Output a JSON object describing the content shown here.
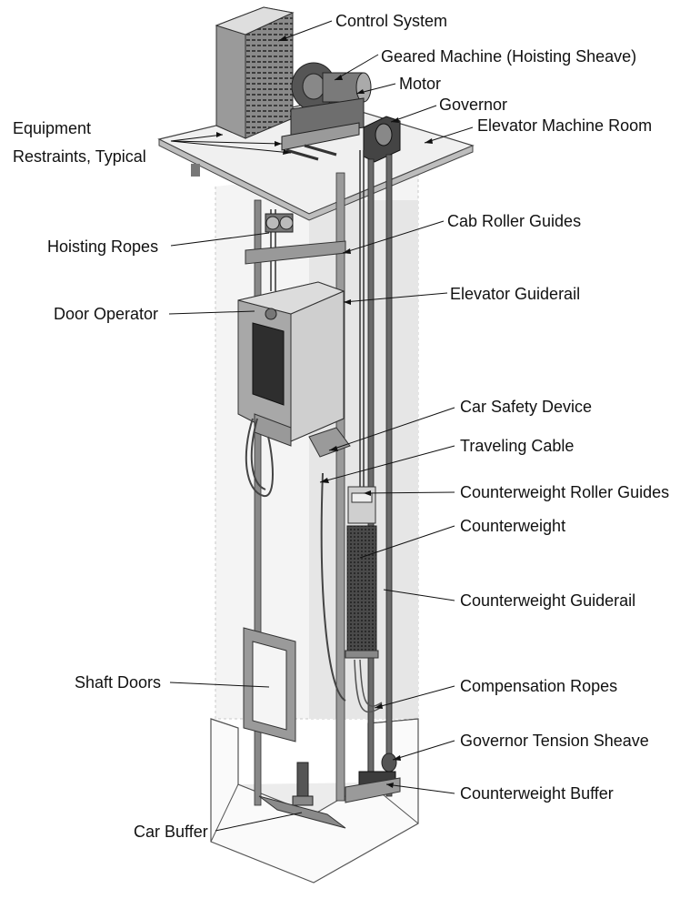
{
  "labels": {
    "control_system": "Control System",
    "geared_machine": "Geared Machine (Hoisting Sheave)",
    "motor": "Motor",
    "governor": "Governor",
    "equipment": "Equipment",
    "restraints": "Restraints, Typical",
    "machine_room": "Elevator Machine Room",
    "hoisting_ropes": "Hoisting Ropes",
    "cab_roller_guides": "Cab Roller Guides",
    "door_operator": "Door Operator",
    "elevator_guiderail": "Elevator Guiderail",
    "car_safety_device": "Car Safety Device",
    "traveling_cable": "Traveling Cable",
    "cw_roller_guides": "Counterweight Roller Guides",
    "counterweight": "Counterweight",
    "cw_guiderail": "Counterweight Guiderail",
    "shaft_doors": "Shaft Doors",
    "compensation_ropes": "Compensation Ropes",
    "governor_tension_sheave": "Governor Tension Sheave",
    "cw_buffer": "Counterweight Buffer",
    "car_buffer": "Car Buffer"
  }
}
